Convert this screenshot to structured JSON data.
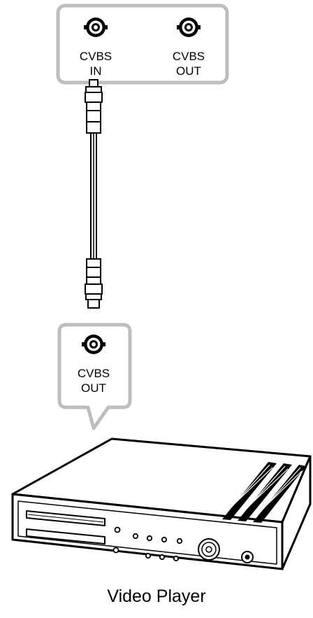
{
  "display_panel": {
    "port_in": {
      "line1": "CVBS",
      "line2": "IN"
    },
    "port_out": {
      "line1": "CVBS",
      "line2": "OUT"
    }
  },
  "player_panel": {
    "port_out": {
      "line1": "CVBS",
      "line2": "OUT"
    }
  },
  "device": {
    "caption": "Video Player"
  },
  "colors": {
    "panel_border": "#bdbdbd",
    "line": "#000000",
    "background": "#ffffff"
  },
  "icons": [
    "bnc-port-icon",
    "bnc-cable-icon",
    "video-player-icon",
    "navigation-pad-icon",
    "power-button-icon"
  ]
}
